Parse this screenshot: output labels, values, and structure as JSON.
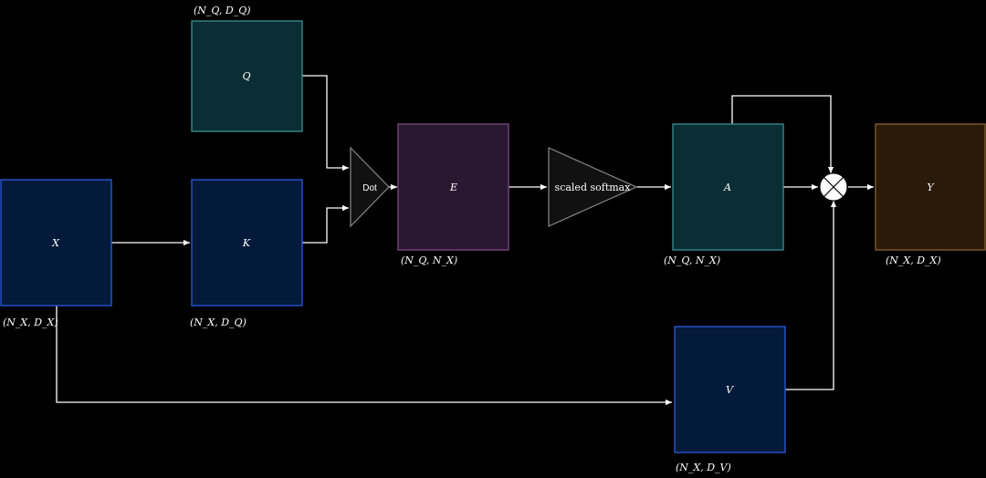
{
  "nodes": {
    "Q": {
      "label": "Q",
      "dims": "(N_Q, D_Q)",
      "fill": "#0a2e33",
      "stroke": "#3a8f94"
    },
    "X": {
      "label": "X",
      "dims": "(N_X, D_X)",
      "fill": "#041a3a",
      "stroke": "#2a5ae0"
    },
    "K": {
      "label": "K",
      "dims": "(N_X, D_Q)",
      "fill": "#041a3a",
      "stroke": "#2a5ae0"
    },
    "E": {
      "label": "E",
      "dims": "(N_Q, N_X)",
      "fill": "#2a1830",
      "stroke": "#7a4a80"
    },
    "A": {
      "label": "A",
      "dims": "(N_Q, N_X)",
      "fill": "#0a2e33",
      "stroke": "#3a8f94"
    },
    "Y": {
      "label": "Y",
      "dims": "(N_X, D_X)",
      "fill": "#2a1a08",
      "stroke": "#8a6030"
    },
    "V": {
      "label": "V",
      "dims": "(N_X, D_V)",
      "fill": "#041a3a",
      "stroke": "#2a5ae0"
    }
  },
  "operators": {
    "dot": {
      "label": "Dot"
    },
    "softmax": {
      "label": "scaled softmax"
    },
    "multiply": {
      "symbol": "⊗"
    }
  },
  "colors": {
    "background": "#000000",
    "wire": "#ffffff",
    "operator_fill": "#111111",
    "operator_stroke": "#888888"
  }
}
